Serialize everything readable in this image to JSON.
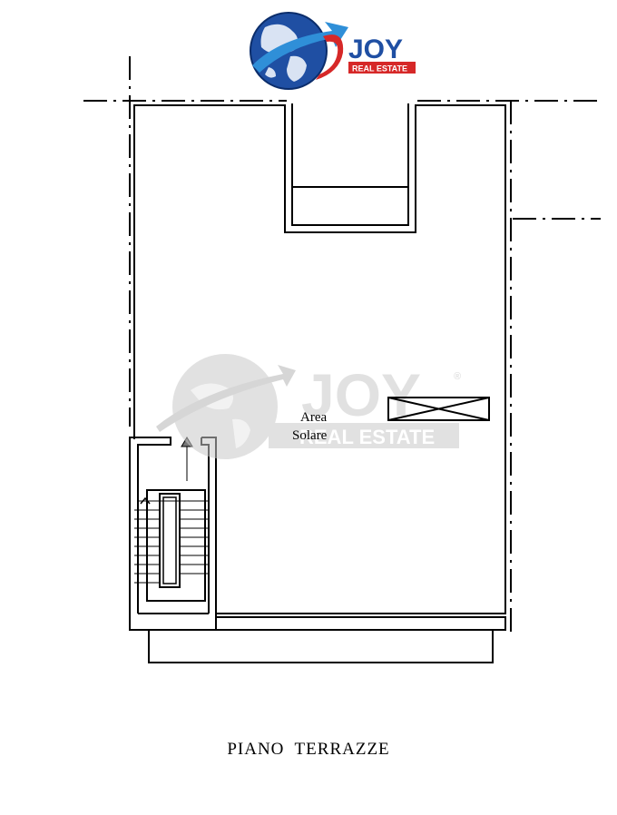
{
  "logo": {
    "brand": "JOY",
    "tagline": "REAL ESTATE",
    "colors": {
      "blue": "#1f4fa3",
      "red": "#d62828",
      "dark": "#0b2d6b"
    }
  },
  "watermark": {
    "brand": "JOY",
    "tagline": "REAL ESTATE",
    "registered": "®",
    "color": "#c9c9c9"
  },
  "plan": {
    "area_label_line1": "Area",
    "area_label_line2": "Solare",
    "caption": "PIANO  TERRAZZE",
    "line_color": "#000000"
  }
}
